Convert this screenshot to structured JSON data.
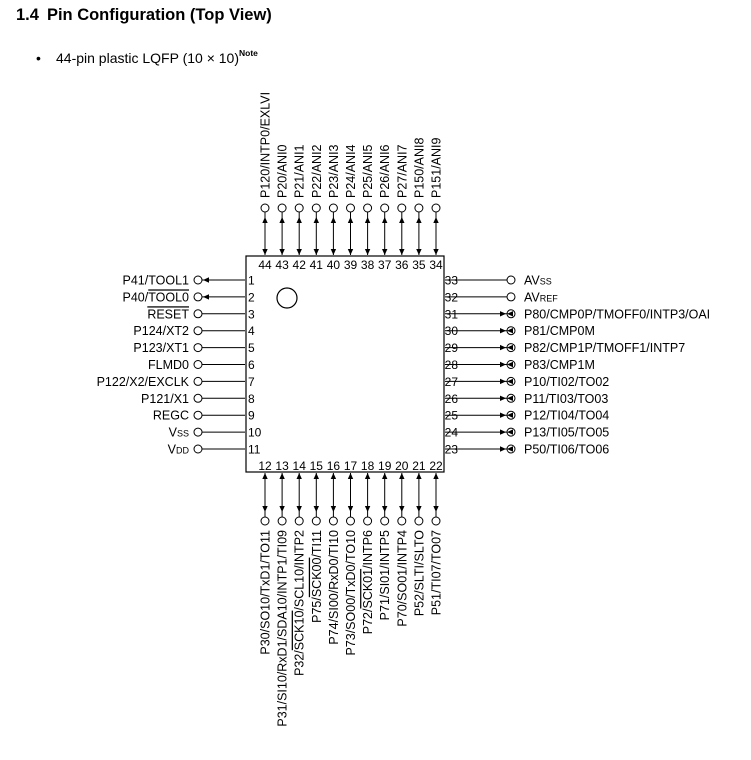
{
  "section": {
    "number": "1.4",
    "title": "Pin Configuration (Top View)"
  },
  "package": {
    "bullet": "•",
    "text": "44-pin plastic LQFP (10 × 10)",
    "note": "Note"
  },
  "pins": {
    "left": [
      {
        "num": "1",
        "parts": [
          {
            "t": "P41/TOOL1"
          }
        ],
        "dir": "bi"
      },
      {
        "num": "2",
        "parts": [
          {
            "t": "P40/"
          },
          {
            "t": "TOOL0",
            "over": true
          }
        ],
        "dir": "bi"
      },
      {
        "num": "3",
        "parts": [
          {
            "t": "RESET",
            "over": true
          }
        ],
        "dir": "none"
      },
      {
        "num": "4",
        "parts": [
          {
            "t": "P124/XT2"
          }
        ],
        "dir": "none"
      },
      {
        "num": "5",
        "parts": [
          {
            "t": "P123/XT1"
          }
        ],
        "dir": "none"
      },
      {
        "num": "6",
        "parts": [
          {
            "t": "FLMD0"
          }
        ],
        "dir": "none"
      },
      {
        "num": "7",
        "parts": [
          {
            "t": "P122/X2/EXCLK"
          }
        ],
        "dir": "none"
      },
      {
        "num": "8",
        "parts": [
          {
            "t": "P121/X1"
          }
        ],
        "dir": "none"
      },
      {
        "num": "9",
        "parts": [
          {
            "t": "REGC"
          }
        ],
        "dir": "none"
      },
      {
        "num": "10",
        "parts": [
          {
            "t": "V"
          },
          {
            "t": "SS",
            "sub": true
          }
        ],
        "dir": "none"
      },
      {
        "num": "11",
        "parts": [
          {
            "t": "V"
          },
          {
            "t": "DD",
            "sub": true
          }
        ],
        "dir": "none"
      }
    ],
    "bottom": [
      {
        "num": "12",
        "parts": [
          {
            "t": "P30/SO10/TxD1/TO11"
          }
        ],
        "dir": "bi"
      },
      {
        "num": "13",
        "parts": [
          {
            "t": "P31/SI10/RxD1/SDA10/INTP1/TI09"
          }
        ],
        "dir": "bi"
      },
      {
        "num": "14",
        "parts": [
          {
            "t": "P32/"
          },
          {
            "t": "SCK10",
            "over": true
          },
          {
            "t": "/SCL10/INTP2"
          }
        ],
        "dir": "bi"
      },
      {
        "num": "15",
        "parts": [
          {
            "t": "P75/"
          },
          {
            "t": "SCK00",
            "over": true
          },
          {
            "t": "/TI11"
          }
        ],
        "dir": "bi"
      },
      {
        "num": "16",
        "parts": [
          {
            "t": "P74/SI00/RxD0/TI10"
          }
        ],
        "dir": "bi"
      },
      {
        "num": "17",
        "parts": [
          {
            "t": "P73/SO00/TxD0/TO10"
          }
        ],
        "dir": "bi"
      },
      {
        "num": "18",
        "parts": [
          {
            "t": "P72/"
          },
          {
            "t": "SCK01",
            "over": true
          },
          {
            "t": "/INTP6"
          }
        ],
        "dir": "bi"
      },
      {
        "num": "19",
        "parts": [
          {
            "t": "P71/SI01/INTP5"
          }
        ],
        "dir": "bi"
      },
      {
        "num": "20",
        "parts": [
          {
            "t": "P70/SO01/INTP4"
          }
        ],
        "dir": "bi"
      },
      {
        "num": "21",
        "parts": [
          {
            "t": "P52/SLTI/SLTO"
          }
        ],
        "dir": "bi"
      },
      {
        "num": "22",
        "parts": [
          {
            "t": "P51/TI07/TO07"
          }
        ],
        "dir": "bi"
      }
    ],
    "right": [
      {
        "num": "33",
        "parts": [
          {
            "t": "AV"
          },
          {
            "t": "SS",
            "sub": true
          }
        ],
        "dir": "none"
      },
      {
        "num": "32",
        "parts": [
          {
            "t": "AV"
          },
          {
            "t": "REF",
            "sub": true
          }
        ],
        "dir": "none"
      },
      {
        "num": "31",
        "parts": [
          {
            "t": "P80/CMP0P/TMOFF0/INTP3/OAI"
          }
        ],
        "dir": "bi"
      },
      {
        "num": "30",
        "parts": [
          {
            "t": "P81/CMP0M"
          }
        ],
        "dir": "bi"
      },
      {
        "num": "29",
        "parts": [
          {
            "t": "P82/CMP1P/TMOFF1/INTP7"
          }
        ],
        "dir": "bi"
      },
      {
        "num": "28",
        "parts": [
          {
            "t": "P83/CMP1M"
          }
        ],
        "dir": "bi"
      },
      {
        "num": "27",
        "parts": [
          {
            "t": "P10/TI02/TO02"
          }
        ],
        "dir": "bi"
      },
      {
        "num": "26",
        "parts": [
          {
            "t": "P11/TI03/TO03"
          }
        ],
        "dir": "bi"
      },
      {
        "num": "25",
        "parts": [
          {
            "t": "P12/TI04/TO04"
          }
        ],
        "dir": "bi"
      },
      {
        "num": "24",
        "parts": [
          {
            "t": "P13/TI05/TO05"
          }
        ],
        "dir": "bi"
      },
      {
        "num": "23",
        "parts": [
          {
            "t": "P50/TI06/TO06"
          }
        ],
        "dir": "bi"
      }
    ],
    "top": [
      {
        "num": "44",
        "parts": [
          {
            "t": "P120/INTP0/EXLVI"
          }
        ],
        "dir": "bi"
      },
      {
        "num": "43",
        "parts": [
          {
            "t": "P20/ANI0"
          }
        ],
        "dir": "bi"
      },
      {
        "num": "42",
        "parts": [
          {
            "t": "P21/ANI1"
          }
        ],
        "dir": "bi"
      },
      {
        "num": "41",
        "parts": [
          {
            "t": "P22/ANI2"
          }
        ],
        "dir": "bi"
      },
      {
        "num": "40",
        "parts": [
          {
            "t": "P23/ANI3"
          }
        ],
        "dir": "bi"
      },
      {
        "num": "39",
        "parts": [
          {
            "t": "P24/ANI4"
          }
        ],
        "dir": "bi"
      },
      {
        "num": "38",
        "parts": [
          {
            "t": "P25/ANI5"
          }
        ],
        "dir": "bi"
      },
      {
        "num": "37",
        "parts": [
          {
            "t": "P26/ANI6"
          }
        ],
        "dir": "bi"
      },
      {
        "num": "36",
        "parts": [
          {
            "t": "P27/ANI7"
          }
        ],
        "dir": "bi"
      },
      {
        "num": "35",
        "parts": [
          {
            "t": "P150/ANI8"
          }
        ],
        "dir": "bi"
      },
      {
        "num": "34",
        "parts": [
          {
            "t": "P151/ANI9"
          }
        ],
        "dir": "bi"
      }
    ]
  }
}
